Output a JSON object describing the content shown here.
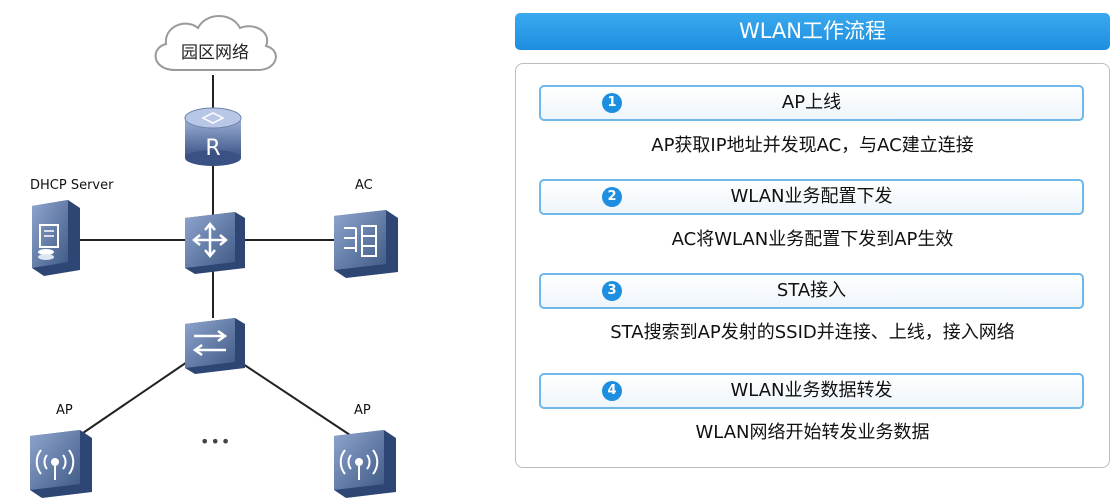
{
  "diagram": {
    "cloud_label": "园区网络",
    "dhcp_label": "DHCP Server",
    "ac_label": "AC",
    "ap_left_label": "AP",
    "ap_right_label": "AP",
    "ellipsis": "•••"
  },
  "workflow": {
    "title": "WLAN工作流程",
    "steps": [
      {
        "number": "1",
        "label": "AP上线",
        "description": "AP获取IP地址并发现AC，与AC建立连接"
      },
      {
        "number": "2",
        "label": "WLAN业务配置下发",
        "description": "AC将WLAN业务配置下发到AP生效"
      },
      {
        "number": "3",
        "label": "STA接入",
        "description": "STA搜索到AP发射的SSID并连接、上线，接入网络"
      },
      {
        "number": "4",
        "label": "WLAN业务数据转发",
        "description": "WLAN网络开始转发业务数据"
      }
    ]
  },
  "colors": {
    "accent": "#1e8fe0",
    "device_dark": "#3f5a86",
    "device_light": "#8fa6cf",
    "step_border": "#6fb8e8"
  }
}
